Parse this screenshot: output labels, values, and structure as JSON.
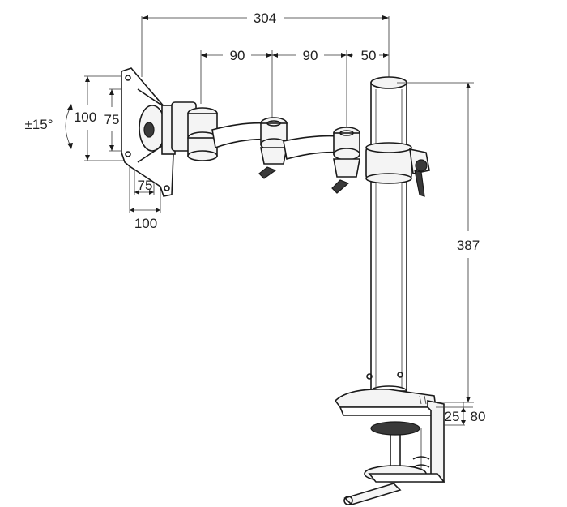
{
  "diagram": {
    "dimensions": {
      "total_reach": "304",
      "arm_segment_1": "90",
      "arm_segment_2": "90",
      "pole_offset": "50",
      "vesa_outer_height": "100",
      "vesa_inner_height": "75",
      "vesa_inner_width": "75",
      "vesa_outer_width": "100",
      "tilt_angle": "±15°",
      "pole_height": "387",
      "desk_clamp_min": "25",
      "desk_clamp_max": "80"
    },
    "colors": {
      "line": "#1a1a1a",
      "fill": "#f4f4f4",
      "dark": "#3a3a3a"
    }
  }
}
